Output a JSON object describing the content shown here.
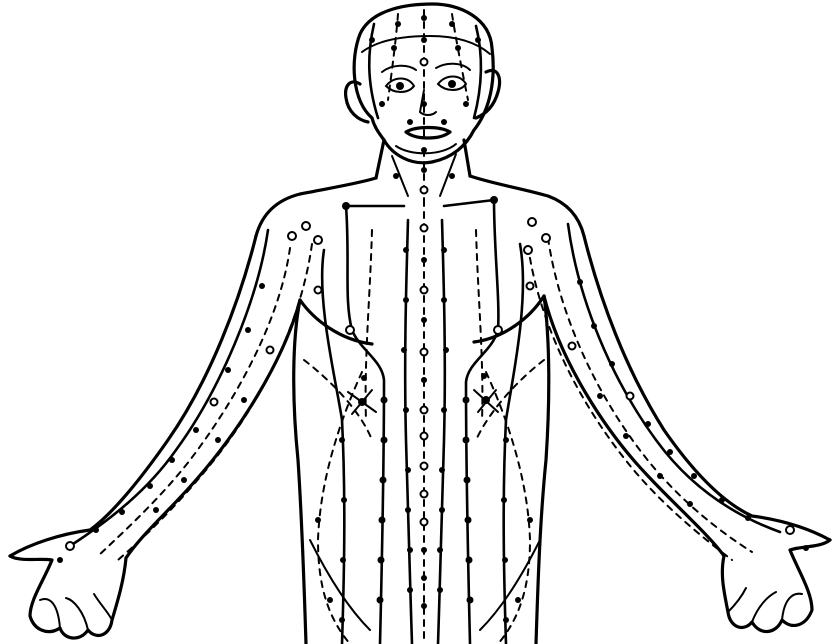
{
  "figure": {
    "subject": "human-upper-body-front-view",
    "line_color": "#000000",
    "background_color": "#ffffff",
    "channel_styles": [
      "solid-line-with-filled-points",
      "dashed-line-with-open-points"
    ]
  }
}
